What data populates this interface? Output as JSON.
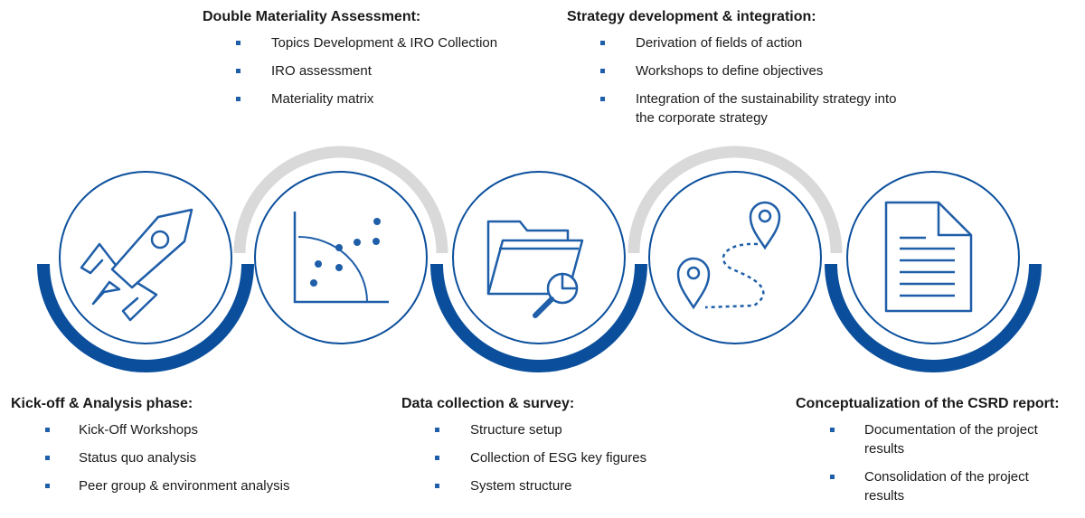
{
  "colors": {
    "accent": "#0b4f9c",
    "arc_gray": "#d9d9d9",
    "icon": "#1f5ea8",
    "bullet": "#1f5ea8"
  },
  "steps": [
    {
      "icon": "rocket-icon"
    },
    {
      "icon": "scatter-plot-icon"
    },
    {
      "icon": "folder-search-icon"
    },
    {
      "icon": "route-pins-icon"
    },
    {
      "icon": "document-icon"
    }
  ],
  "phases": {
    "kickoff": {
      "title": "Kick-off & Analysis phase:",
      "items": [
        "Kick-Off Workshops",
        "Status quo analysis",
        "Peer group & environment analysis"
      ]
    },
    "materiality": {
      "title": "Double Materiality Assessment:",
      "items": [
        "Topics Development & IRO Collection",
        "IRO assessment",
        "Materiality matrix"
      ]
    },
    "data": {
      "title": "Data collection & survey:",
      "items": [
        "Structure setup",
        "Collection of ESG key figures",
        "System structure"
      ]
    },
    "strategy": {
      "title": "Strategy development & integration:",
      "items": [
        "Derivation of fields of action",
        "Workshops to define objectives",
        "Integration of the sustainability strategy into the corporate strategy"
      ]
    },
    "report": {
      "title": "Conceptualization of the CSRD report:",
      "items": [
        "Documentation of the project results",
        "Consolidation of the project results"
      ]
    }
  }
}
